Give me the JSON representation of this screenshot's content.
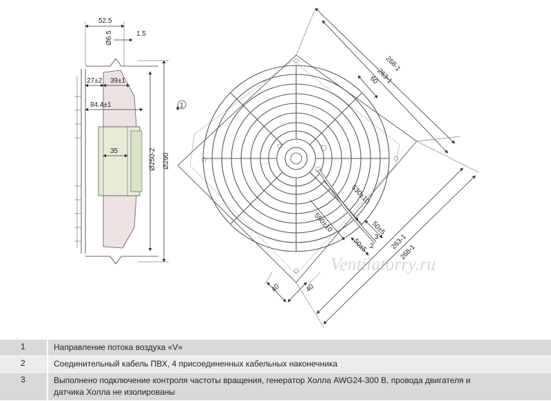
{
  "dimensions": {
    "d52_5": "52.5",
    "d6_5": "Ø6.5",
    "d1_5": "1.5",
    "d27": "27±2",
    "d39": "39±1",
    "d84_4": "84.4±1",
    "d35": "35",
    "d250": "Ø250-2",
    "d290": "Ø290",
    "d268_top": "268-1",
    "d263_top": "263-1",
    "d60": "60",
    "d530": "530±10",
    "d550": "550±10",
    "d50a": "50±5",
    "d50b": "50±5",
    "d263_bot": "263-1",
    "d268_bot": "268-1",
    "d40a": "40",
    "d40b": "40",
    "callout1": "1",
    "callout2": "2",
    "callout3": "3"
  },
  "watermark": "Ventilatorry.ru",
  "legend": [
    {
      "num": "1",
      "lines": [
        "Направление потока воздуха «V»"
      ]
    },
    {
      "num": "2",
      "lines": [
        "Соединительный кабель ПВХ, 4 присоединенных кабельных наконечника"
      ]
    },
    {
      "num": "3",
      "lines": [
        "Выполнено подключение контроля частоты вращения, генератор Холла AWG24-300 В, провода двигателя и",
        "датчика Холла не изолированы"
      ]
    }
  ]
}
